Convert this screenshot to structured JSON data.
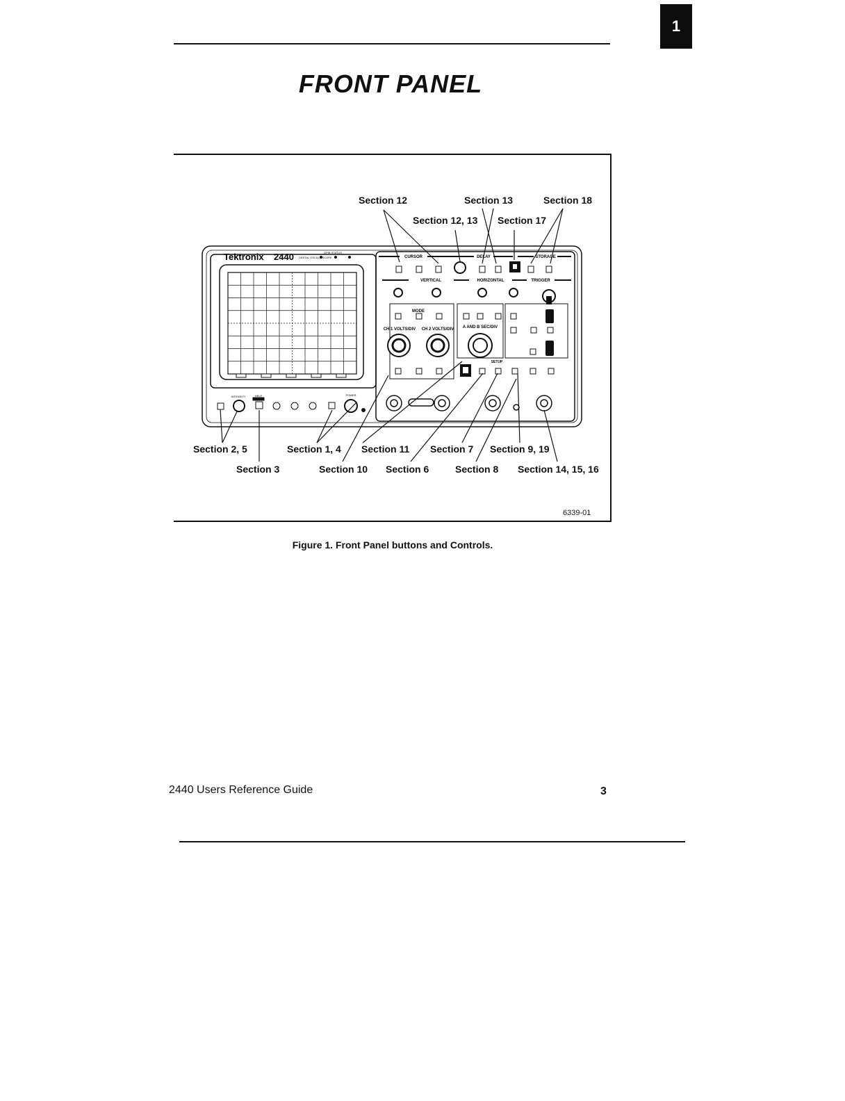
{
  "chapter_tab": "1",
  "page_title": "FRONT PANEL",
  "figure": {
    "brand": "Tektronix",
    "model": "2440",
    "brand_subtitle": "DIGITAL OSCILLOSCOPE",
    "gpib_status": "GPIB STATUS",
    "panel_groups": {
      "cursor": "CURSOR",
      "delay": "DELAY",
      "storage": "STORAGE",
      "vertical": "VERTICAL",
      "horizontal": "HORIZONTAL",
      "trigger": "TRIGGER",
      "setup": "SETUP",
      "ch1_volts": "CH 1 VOLTS/DIV",
      "ch2_volts": "CH 2 VOLTS/DIV",
      "sec_div": "A AND B SEC/DIV",
      "mode": "MODE",
      "power": "POWER",
      "intensity": "INTENSITY",
      "help": "HELP"
    },
    "callouts": {
      "top": [
        "Section 12",
        "Section 13",
        "Section 18"
      ],
      "top_second_row": [
        "Section 12, 13",
        "Section 17"
      ],
      "bottom_row1": [
        "Section 2, 5",
        "Section 1, 4",
        "Section 11",
        "Section 7",
        "Section 9, 19"
      ],
      "bottom_row2": [
        "Section 3",
        "Section 10",
        "Section 6",
        "Section 8",
        "Section 14, 15, 16"
      ]
    },
    "figure_number": "6339-01",
    "caption": "Figure 1. Front Panel buttons and Controls."
  },
  "footer": {
    "guide_title": "2440 Users Reference Guide",
    "page_number": "3"
  }
}
